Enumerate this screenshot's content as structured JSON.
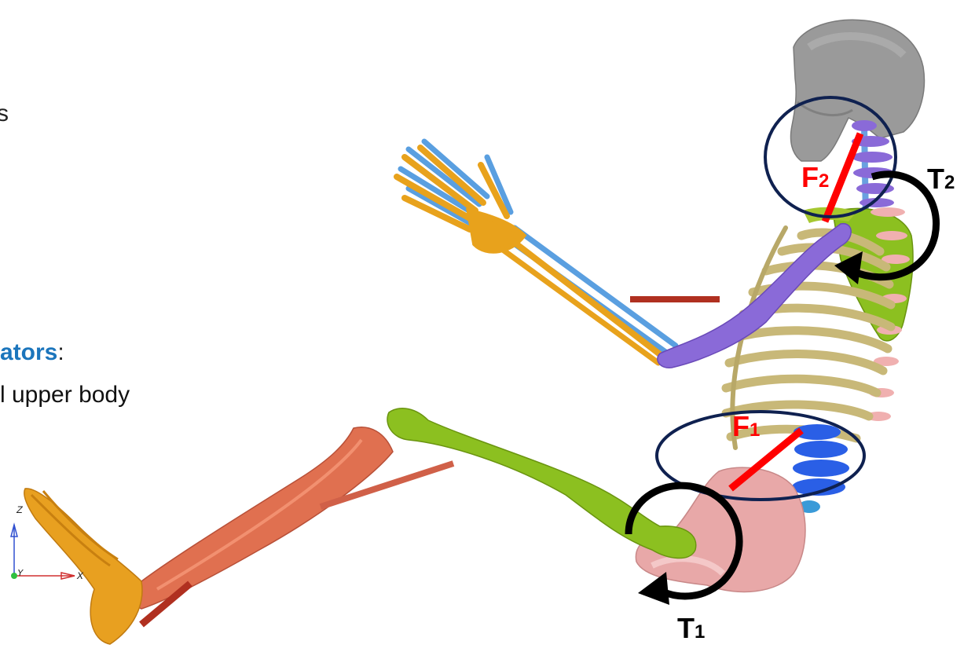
{
  "slide": {
    "frag_top": "s",
    "frag_heading": "ators",
    "frag_heading_colon": ":",
    "frag_line": "l upper  body",
    "colors": {
      "heading": "#1b75bc",
      "force_red": "#ff0000",
      "ring_navy": "#0f2150",
      "arrow_black": "#000000",
      "skull": "#9a9a9a",
      "hand_yellow": "#e8a21c",
      "hand_blue": "#5a9fe0",
      "arm_purple": "#8a6ad8",
      "rib_tan": "#c8b878",
      "spine_blue": "#2a5fe6",
      "pelvis_pink": "#e8a8a8",
      "femur_green": "#8cc020",
      "tibia_salmon": "#e07050",
      "foot_orange": "#e8a020",
      "actuator_bar": "#b03020"
    }
  },
  "labels": {
    "force_2_letter": "F",
    "force_2_sub": "2",
    "torque_2_letter": "T",
    "torque_2_sub": "2",
    "force_1_letter": "F",
    "force_1_sub": "1",
    "torque_1_letter": "T",
    "torque_1_sub": "1"
  },
  "axis_triad": {
    "z": "Z",
    "y": "Y",
    "x": "X"
  }
}
